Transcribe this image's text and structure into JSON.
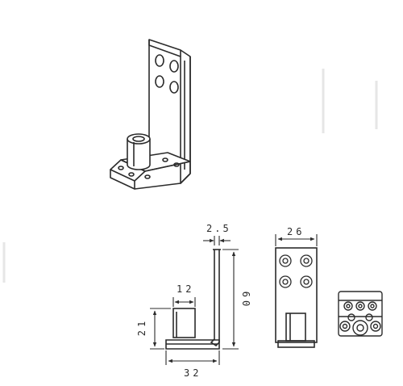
{
  "dimensions": {
    "top_gap": "2.5",
    "width_side": "26",
    "boss_width": "12",
    "height": "60",
    "boss_height": "21",
    "base_length": "32"
  },
  "colors": {
    "ink": "#2b2b2b",
    "paper": "#ffffff",
    "smudge": "#e8e8e8"
  }
}
